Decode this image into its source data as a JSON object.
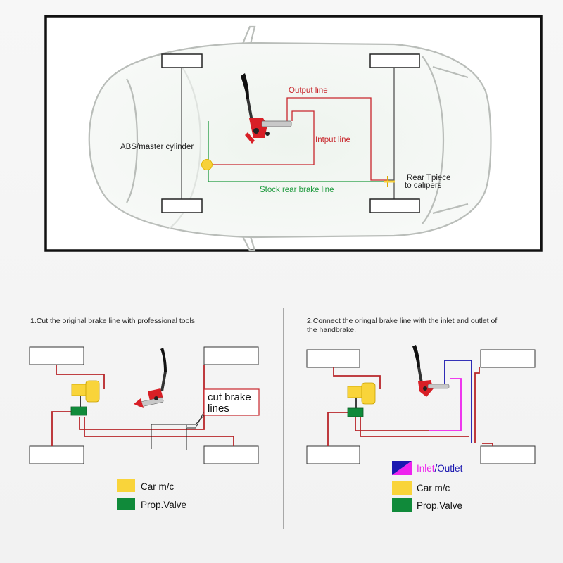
{
  "top_diagram": {
    "labels": {
      "abs": "ABS/master cylinder",
      "output": "Output line",
      "input": "Intput line",
      "stock": "Stock rear brake line",
      "rear_line1": "Rear Tpiece",
      "rear_line2": "to calipers"
    },
    "colors": {
      "red_line": "#c8262c",
      "green_line": "#1e9a3e",
      "gray_line": "#555555",
      "yellow": "#f7d13a",
      "handbrake_red": "#d81f26"
    }
  },
  "step1": {
    "title": "1.Cut the original brake line with professional tools",
    "cut_label_1": "cut brake",
    "cut_label_2": "lines",
    "legend": [
      {
        "label": "Car m/c",
        "color": "#f9d43a"
      },
      {
        "label": "Prop.Valve",
        "color": "#108a3a"
      }
    ]
  },
  "step2": {
    "title_1": "2.Connect the oringal brake line with the inlet and outlet of",
    "title_2": "the handbrake.",
    "legend": [
      {
        "label_inlet": "Inlet",
        "label_sep": "/",
        "label_outlet": "Outlet",
        "color_inlet": "#ee22ee",
        "color_outlet": "#1a17b0"
      },
      {
        "label": "Car m/c",
        "color": "#f9d43a"
      },
      {
        "label": "Prop.Valve",
        "color": "#108a3a"
      }
    ]
  }
}
